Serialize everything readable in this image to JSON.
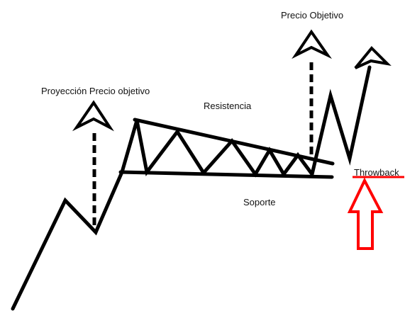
{
  "labels": {
    "projection": "Proyección Precio objetivo",
    "resistance": "Resistencia",
    "support": "Soporte",
    "target": "Precio Objetivo",
    "throwback": "Throwback"
  },
  "colors": {
    "line": "#000000",
    "throwback": "#ff0000",
    "background": "#ffffff"
  }
}
